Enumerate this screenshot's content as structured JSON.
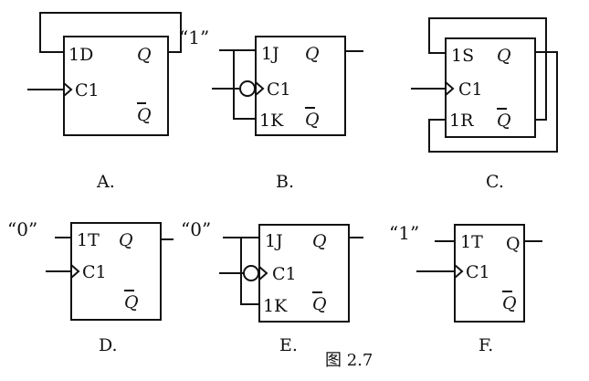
{
  "figure_caption": "图 2.7",
  "panels": {
    "A": {
      "label": "A.",
      "pins": [
        "1D",
        "C1"
      ],
      "q": "Q",
      "q_bar": "Q",
      "input": ""
    },
    "B": {
      "label": "B.",
      "pins": [
        "1J",
        "C1",
        "1K"
      ],
      "q": "Q",
      "q_bar": "Q",
      "input": "“1”"
    },
    "C": {
      "label": "C.",
      "pins": [
        "1S",
        "C1",
        "1R"
      ],
      "q": "Q",
      "q_bar": "Q",
      "input": ""
    },
    "D": {
      "label": "D.",
      "pins": [
        "1T",
        "C1"
      ],
      "q": "Q",
      "q_bar": "Q",
      "input": "“0”"
    },
    "E": {
      "label": "E.",
      "pins": [
        "1J",
        "C1",
        "1K"
      ],
      "q": "Q",
      "q_bar": "Q",
      "input": "“0”"
    },
    "F": {
      "label": "F.",
      "pins": [
        "1T",
        "C1"
      ],
      "q": "Q",
      "q_bar": "Q",
      "input": "“1”"
    }
  }
}
